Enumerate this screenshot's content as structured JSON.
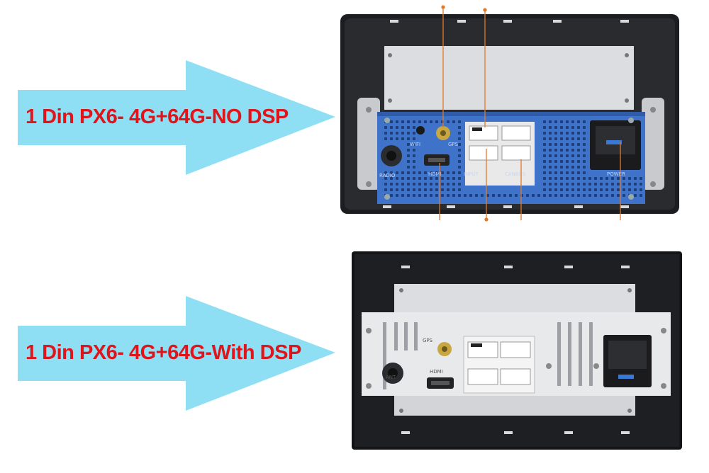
{
  "products": [
    {
      "label": "1 Din PX6- 4G+64G-NO DSP",
      "arrow_color": "#8fdff4",
      "label_color": "#e0151b",
      "chassis_color": "#3f73c9",
      "ports": {
        "wifi": "WIFI",
        "gps": "GPS",
        "radio": "RADIO",
        "hdmi": "HDMI",
        "input": "INPUT",
        "canbus": "CANBUS",
        "power": "POWER"
      }
    },
    {
      "label": "1 Din PX6- 4G+64G-With DSP",
      "arrow_color": "#8fdff4",
      "label_color": "#e0151b",
      "chassis_color": "#e8e9ea",
      "ports": {
        "gps": "GPS",
        "ant": "ANT",
        "hdmi": "HDMI"
      }
    }
  ],
  "callout_color": "#e07a2a"
}
